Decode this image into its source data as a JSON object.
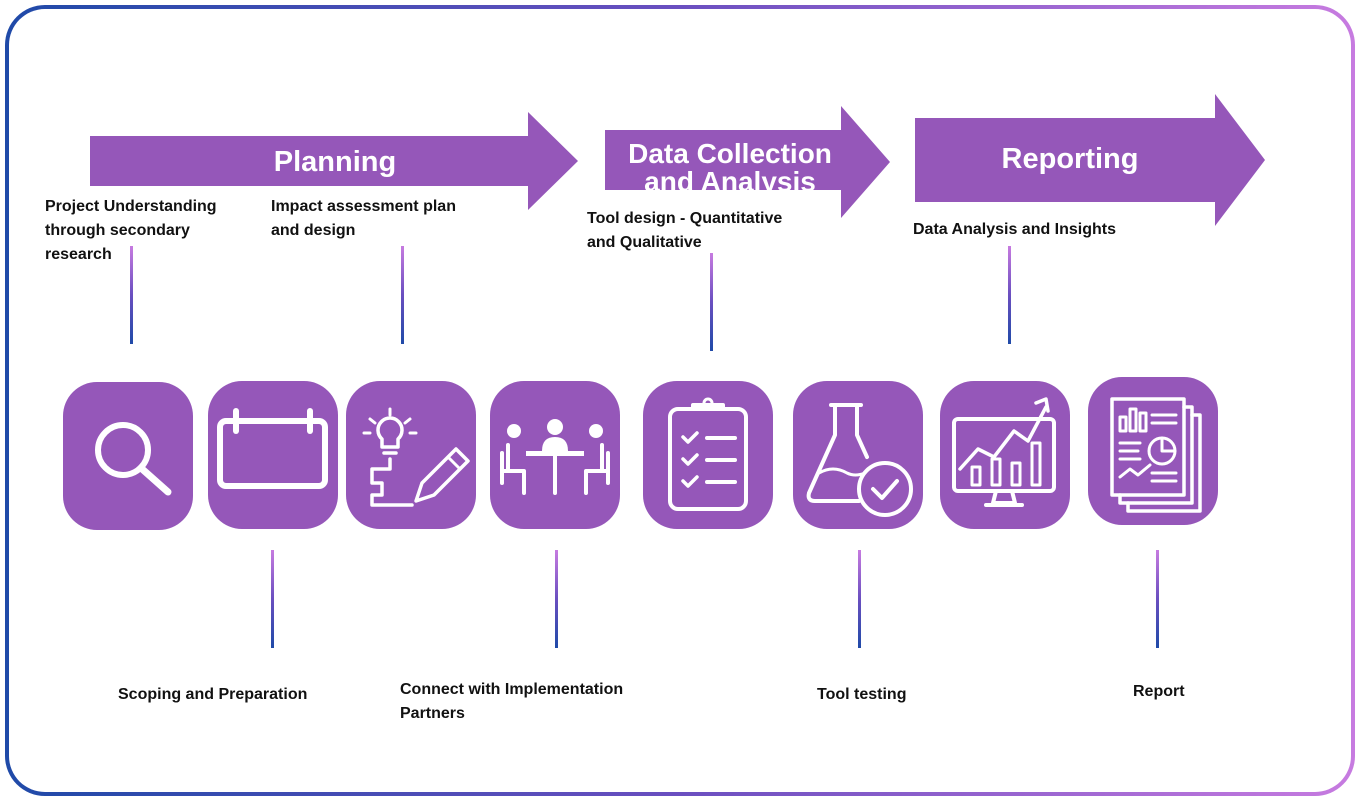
{
  "phases": {
    "planning": "Planning",
    "data_collection_line1": "Data Collection",
    "data_collection_line2": "and Analysis",
    "reporting": "Reporting"
  },
  "steps": {
    "project_understanding": [
      "Project Understanding",
      "through secondary",
      "research"
    ],
    "impact_assessment": [
      "Impact assessment plan",
      "and design"
    ],
    "tool_design": [
      "Tool design - Quantitative",
      "and Qualitative"
    ],
    "data_analysis": "Data Analysis and Insights",
    "scoping": "Scoping and Preparation",
    "connect_partners": [
      "Connect with Implementation",
      "Partners"
    ],
    "tool_testing": "Tool testing",
    "report": "Report"
  },
  "icons": [
    "search-icon",
    "calendar-icon",
    "idea-plan-icon",
    "meeting-icon",
    "clipboard-checklist-icon",
    "flask-check-icon",
    "monitor-growth-chart-icon",
    "report-document-icon"
  ],
  "colors": {
    "accent": "#9557b9",
    "border_start": "#1f4aa8",
    "border_end": "#c77be0",
    "text": "#111111"
  }
}
